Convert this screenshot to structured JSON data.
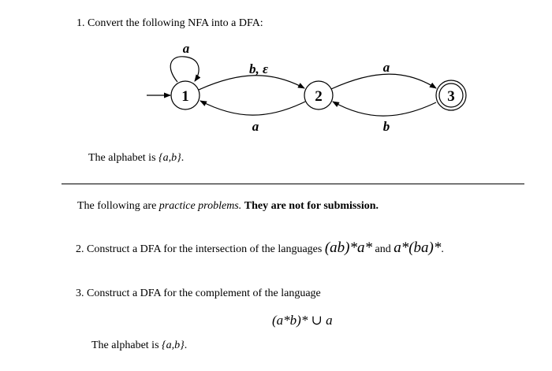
{
  "problem1": {
    "text": "1. Convert the following NFA into a DFA:",
    "alphabet_text": "The alphabet is ",
    "alphabet_set": "{a,b}",
    "alphabet_end": "."
  },
  "nfa": {
    "states": [
      "1",
      "2",
      "3"
    ],
    "start_state": "1",
    "accept_state": "3",
    "labels": {
      "loop_1": "a",
      "edge_1_2": "b, ε",
      "edge_2_1": "a",
      "edge_2_3": "a",
      "edge_3_2": "b"
    }
  },
  "practice": {
    "lead": "The following are ",
    "emph": "practice problems.",
    "bold": "They are not for submission."
  },
  "problem2": {
    "text": "2. Construct a DFA for the intersection of the languages ",
    "lang1": "(ab)*a*",
    "and": " and ",
    "lang2": "a*(ba)*",
    "end": "."
  },
  "problem3": {
    "text": "3. Construct a DFA for the complement of the language",
    "formula": "(a*b)* ∪ a",
    "alphabet_text": "The alphabet is ",
    "alphabet_set": "{a,b}",
    "alphabet_end": "."
  }
}
